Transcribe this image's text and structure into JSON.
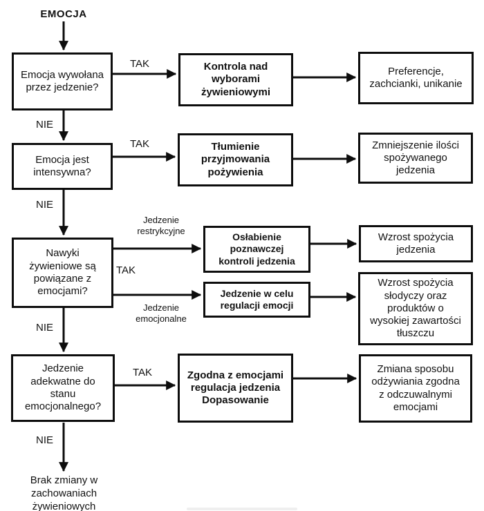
{
  "colors": {
    "line": "#0d0d0d",
    "background": "#ffffff"
  },
  "diagram": {
    "title": "EMOCJA",
    "yes_label": "TAK",
    "no_label": "NIE",
    "branch_labels": {
      "restrictive": "Jedzenie\nrestrykcyjne",
      "emotional": "Jedzenie\nemocjonalne"
    },
    "questions": {
      "q1": "Emocja wywołana\nprzez jedzenie?",
      "q2": "Emocja jest\nintensywna?",
      "q3": "Nawyki\nżywieniowe są\npowiązane z\nemocjami?",
      "q4": "Jedzenie\nadekwatne do\nstanu\nemocjonalnego?"
    },
    "mechanisms": {
      "m1": "Kontrola nad\nwyborami\nżywieniowymi",
      "m2": "Tłumienie\nprzyjmowania\npożywienia",
      "m3": "Osłabienie\npoznawczej\nkontroli jedzenia",
      "m4": "Jedzenie w celu\nregulacji emocji",
      "m5": "Zgodna z emocjami\nregulacja jedzenia\nDopasowanie"
    },
    "outcomes": {
      "o1": "Preferencje,\nzachcianki, unikanie",
      "o2": "Zmniejszenie ilości\nspożywanego\njedzenia",
      "o3": "Wzrost spożycia\njedzenia",
      "o4": "Wzrost spożycia\nsłodyczy oraz\nproduktów o\nwysokiej zawartości\ntłuszczu",
      "o5": "Zmiana sposobu\nodżywiania zgodna\nz odczuwalnymi\nemocjami"
    },
    "end_note": "Brak zmiany w\nzachowaniach\nżywieniowych"
  }
}
